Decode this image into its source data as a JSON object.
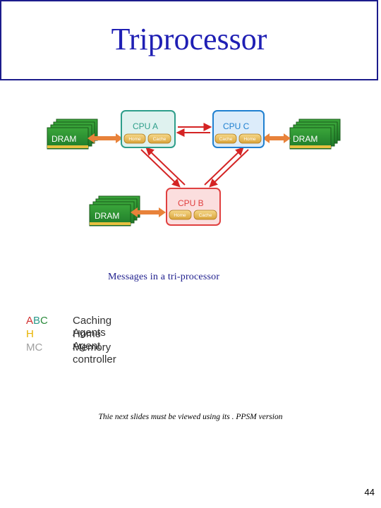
{
  "slide": {
    "title": "Triprocessor",
    "caption": "Messages in a tri-processor",
    "note": "Thie next slides must be viewed using its . PPSM version",
    "page_number": "44"
  },
  "diagram": {
    "cpu_a": {
      "label": "CPU A",
      "tag1": "Home",
      "tag2": "Cache",
      "color": "#2e9e8a"
    },
    "cpu_c": {
      "label": "CPU C",
      "tag1": "Cache",
      "tag2": "Home",
      "color": "#2080d0"
    },
    "cpu_b": {
      "label": "CPU B",
      "tag1": "Home",
      "tag2": "Cache",
      "color": "#e04040"
    },
    "dram_label": "DRAM"
  },
  "legend": [
    {
      "abbr": "ABC",
      "desc": "Caching Agents",
      "abbr_colors": [
        "#d03030",
        "#2a9a8a",
        "#2a8a3a"
      ]
    },
    {
      "abbr": "H",
      "desc": "Home Agent",
      "abbr_colors": [
        "#e8b400"
      ]
    },
    {
      "abbr": "MC",
      "desc": "Memory controller",
      "abbr_colors": [
        "#a0a0a0"
      ]
    }
  ]
}
